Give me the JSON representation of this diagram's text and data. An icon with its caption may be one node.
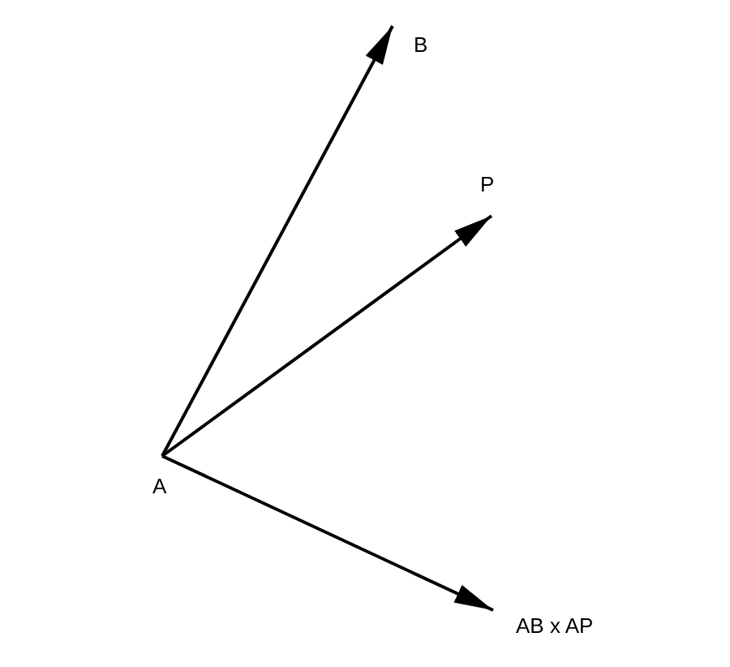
{
  "diagram": {
    "nodes": [
      {
        "text": [
          "A"
        ]
      },
      {
        "text": [
          "B"
        ]
      },
      {
        "text": [
          "P"
        ]
      },
      {
        "text": [
          "AB x AP"
        ]
      }
    ],
    "edges": [
      {
        "from": 0,
        "to": 1,
        "arrow": "to"
      },
      {
        "from": 0,
        "to": 2,
        "arrow": "to"
      },
      {
        "from": 0,
        "to": 3,
        "arrow": "to"
      }
    ]
  }
}
